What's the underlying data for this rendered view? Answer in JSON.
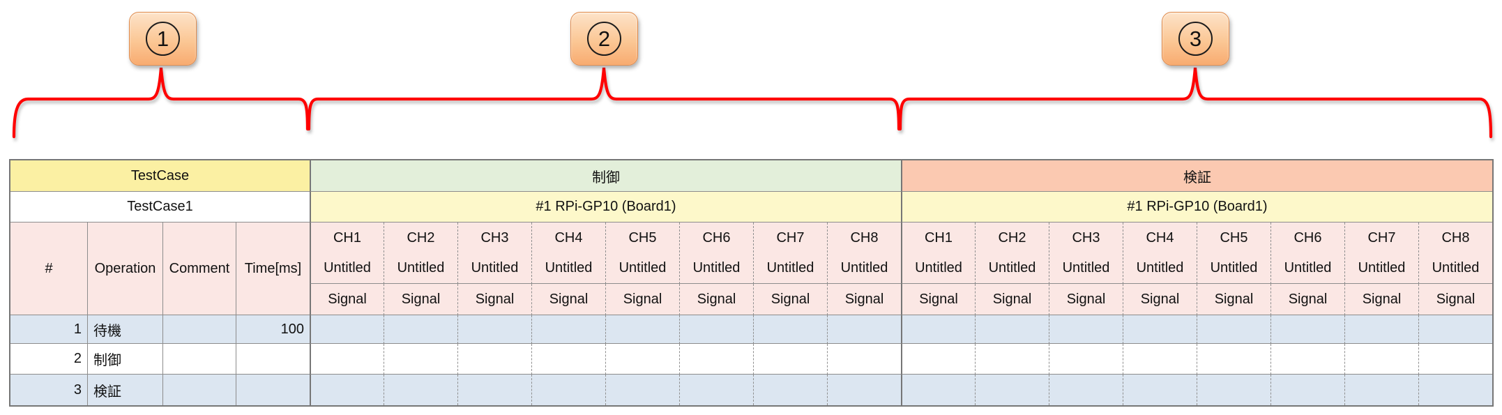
{
  "annotations": {
    "badges": [
      {
        "digit": "1"
      },
      {
        "digit": "2"
      },
      {
        "digit": "3"
      }
    ],
    "brace_color": "#ff0000",
    "badge_fill": "#fbc795",
    "badge_border": "#e08b4c"
  },
  "table": {
    "group_row": {
      "testcase": "TestCase",
      "control": "制御",
      "verification": "検証"
    },
    "device_row": {
      "testcase_name": "TestCase1",
      "control_device": "#1 RPi-GP10 (Board1)",
      "verification_device": "#1 RPi-GP10 (Board1)"
    },
    "columns": {
      "num": "#",
      "operation": "Operation",
      "comment": "Comment",
      "time": "Time[ms]"
    },
    "channels": [
      "CH1",
      "CH2",
      "CH3",
      "CH4",
      "CH5",
      "CH6",
      "CH7",
      "CH8"
    ],
    "channel_name": "Untitled",
    "channel_type": "Signal",
    "rows": [
      {
        "num": "1",
        "operation": "待機",
        "comment": "",
        "time": "100"
      },
      {
        "num": "2",
        "operation": "制御",
        "comment": "",
        "time": ""
      },
      {
        "num": "3",
        "operation": "検証",
        "comment": "",
        "time": ""
      }
    ],
    "colors": {
      "group_testcase_bg": "#fbf0a3",
      "group_control_bg": "#e3efda",
      "group_verification_bg": "#fbc9b1",
      "device_row_bg": "#fdf8ca",
      "channel_header_bg": "#fbe7e4",
      "data_row_alt_bg": "#dce6f1",
      "border_dark": "#767676",
      "border_light": "#8c8c8c"
    }
  }
}
